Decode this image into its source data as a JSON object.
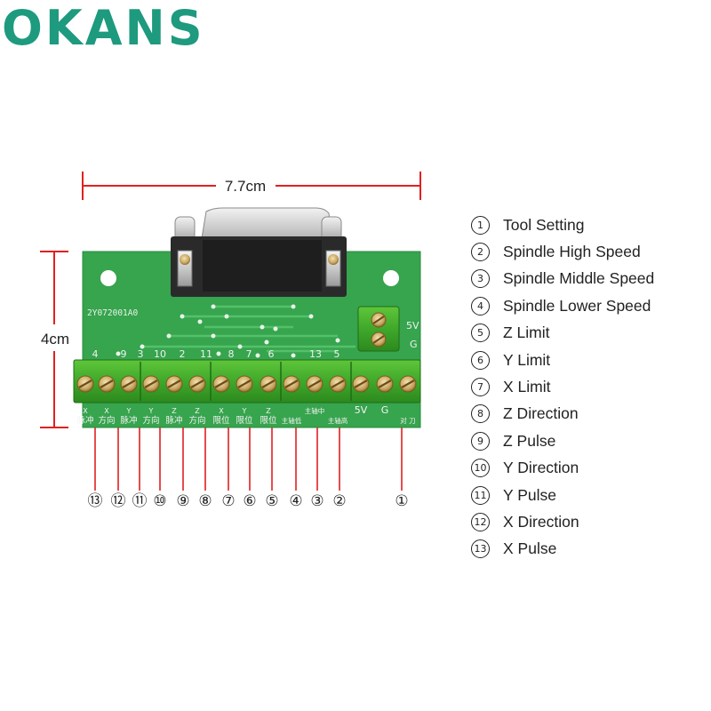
{
  "brand": {
    "name": "OKANS",
    "color": "#1e9a7e"
  },
  "dimensions": {
    "width": "7.7cm",
    "height": "4cm",
    "line_color": "#e02020"
  },
  "board": {
    "part_number": "2Y072001A0",
    "power_labels": [
      "5V",
      "G"
    ],
    "pin_numbers": [
      "4",
      "9",
      "3",
      "10",
      "2",
      "11",
      "8",
      "7",
      "6",
      "13",
      "5"
    ],
    "silk_labels": [
      {
        "top": "X",
        "bottom": "脉冲"
      },
      {
        "top": "X",
        "bottom": "方向"
      },
      {
        "top": "Y",
        "bottom": "脉冲"
      },
      {
        "top": "Y",
        "bottom": "方向"
      },
      {
        "top": "Z",
        "bottom": "脉冲"
      },
      {
        "top": "Z",
        "bottom": "方向"
      },
      {
        "top": "X",
        "bottom": "限位"
      },
      {
        "top": "Y",
        "bottom": "限位"
      },
      {
        "top": "Z",
        "bottom": "限位"
      },
      {
        "top": "",
        "bottom": "主轴低"
      },
      {
        "top": "主轴中",
        "bottom": ""
      },
      {
        "top": "",
        "bottom": "主轴高"
      },
      {
        "top": "5V",
        "bottom": ""
      },
      {
        "top": "G",
        "bottom": ""
      },
      {
        "top": "",
        "bottom": "对 刀"
      }
    ],
    "callouts": [
      "⑬",
      "⑫",
      "⑪",
      "⑩",
      "⑨",
      "⑧",
      "⑦",
      "⑥",
      "⑤",
      "④",
      "③",
      "②",
      "①"
    ]
  },
  "legend": [
    {
      "num": "1",
      "label": "Tool Setting"
    },
    {
      "num": "2",
      "label": "Spindle High Speed"
    },
    {
      "num": "3",
      "label": "Spindle Middle Speed"
    },
    {
      "num": "4",
      "label": "Spindle Lower Speed"
    },
    {
      "num": "5",
      "label": "Z Limit"
    },
    {
      "num": "6",
      "label": "Y Limit"
    },
    {
      "num": "7",
      "label": "X Limit"
    },
    {
      "num": "8",
      "label": "Z Direction"
    },
    {
      "num": "9",
      "label": "Z Pulse"
    },
    {
      "num": "10",
      "label": "Y Direction"
    },
    {
      "num": "11",
      "label": "Y Pulse"
    },
    {
      "num": "12",
      "label": "X Direction"
    },
    {
      "num": "13",
      "label": "X Pulse"
    }
  ]
}
